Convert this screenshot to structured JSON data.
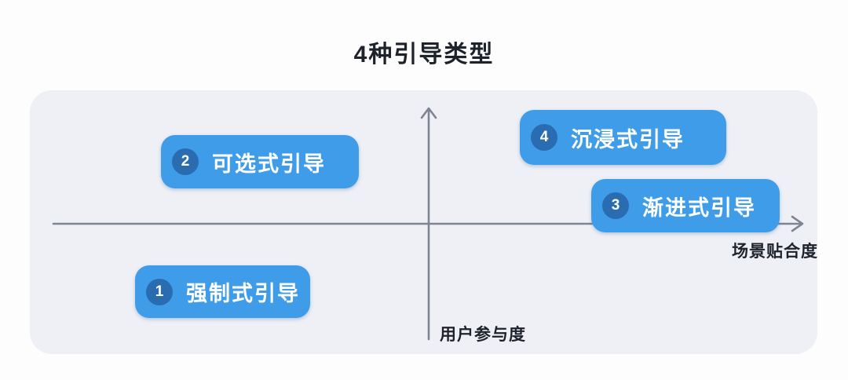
{
  "title": "4种引导类型",
  "diagram": {
    "x_axis_label": "场景贴合度",
    "y_axis_label": "用户参与度",
    "items": [
      {
        "number": "1",
        "label": "强制式引导"
      },
      {
        "number": "2",
        "label": "可选式引导"
      },
      {
        "number": "3",
        "label": "渐进式引导"
      },
      {
        "number": "4",
        "label": "沉浸式引导"
      }
    ]
  },
  "colors": {
    "pill": "#3f9ce9",
    "badge": "#2a6cb0",
    "pill_text": "#ffffff",
    "panel": "#eef0f6",
    "axis": "#81879467",
    "axis_line": "#7e8491",
    "text_dark": "#1d222b"
  }
}
